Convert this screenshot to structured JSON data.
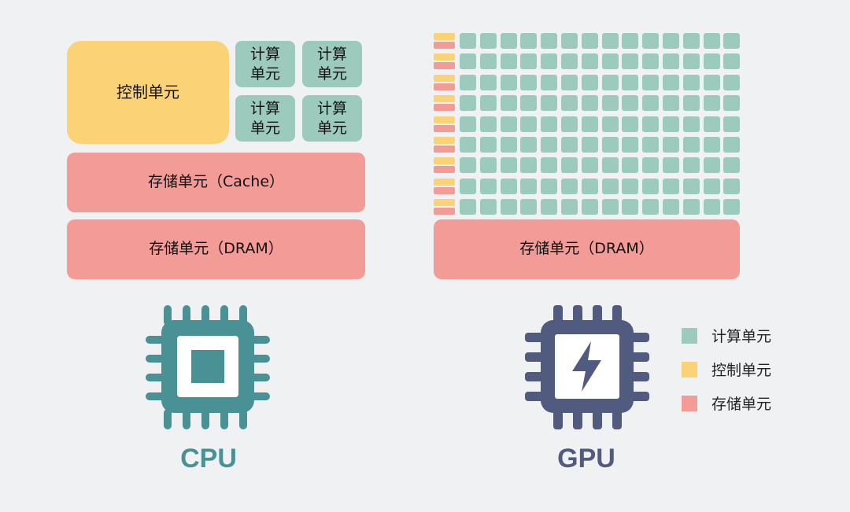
{
  "colors": {
    "compute": "#9ccabd",
    "control": "#fbd276",
    "storage": "#f29b97",
    "cpu": "#4a9196",
    "gpu": "#515b80"
  },
  "cpu": {
    "control_label": "控制单元",
    "compute_units": [
      {
        "line1": "计算",
        "line2": "单元"
      },
      {
        "line1": "计算",
        "line2": "单元"
      },
      {
        "line1": "计算",
        "line2": "单元"
      },
      {
        "line1": "计算",
        "line2": "单元"
      }
    ],
    "cache_label": "存储单元（Cache）",
    "dram_label": "存储单元（DRAM）",
    "chip_label": "CPU",
    "chip_icon": "cpu-chip-icon"
  },
  "gpu": {
    "grid": {
      "rows": 9,
      "columns": 14
    },
    "dram_label": "存储单元（DRAM）",
    "chip_label": "GPU",
    "chip_icon": "gpu-chip-lightning-icon"
  },
  "legend": {
    "items": [
      {
        "label": "计算单元",
        "color": "#9ccabd"
      },
      {
        "label": "控制单元",
        "color": "#fbd276"
      },
      {
        "label": "存储单元",
        "color": "#f29b97"
      }
    ]
  }
}
